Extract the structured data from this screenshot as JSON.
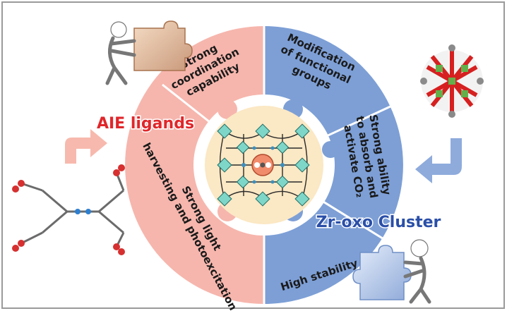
{
  "left_title": "AIE ligands",
  "right_title": "Zr-oxo Cluster",
  "segments": {
    "top_left": [
      "Strong",
      "coordination",
      "capability"
    ],
    "top_right": [
      "Modification",
      "of functional",
      "groups"
    ],
    "right": [
      "Strong ability",
      "to absorb and",
      "activate CO₂"
    ],
    "bottom_left_inner": [
      "Strong light",
      "harvesting and photoexcitation"
    ],
    "bottom_right": [
      "High stability"
    ]
  },
  "colors": {
    "pink": "#f6b6ad",
    "blue": "#7d9fd6",
    "center": "#fbe8c4",
    "red_title": "#e0262a",
    "blue_title": "#2a4fa8"
  },
  "icons": [
    "puzzle-person-icon",
    "puzzle-piece-icon",
    "molecule-icon",
    "arrow-icon"
  ]
}
